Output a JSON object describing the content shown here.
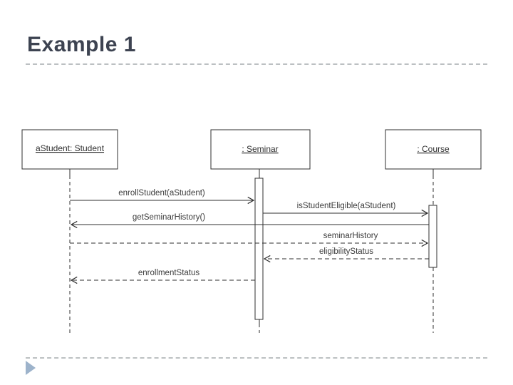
{
  "slide": {
    "title": "Example 1",
    "title_color": "#3d4351",
    "separator_color": "#bcc0c2",
    "bullet_triangle_color": "#9db3cb"
  },
  "diagram": {
    "type": "uml-sequence-diagram",
    "line_color": "#2f2f2f",
    "objects": [
      {
        "label": "aStudent: Student"
      },
      {
        "label": ": Seminar"
      },
      {
        "label": ": Course"
      }
    ],
    "messages": [
      {
        "label": "enrollStudent(aStudent)",
        "type": "synchronous",
        "from": "aStudent: Student",
        "to": ": Seminar"
      },
      {
        "label": "isStudentEligible(aStudent)",
        "type": "synchronous",
        "from": ": Seminar",
        "to": ": Course"
      },
      {
        "label": "getSeminarHistory()",
        "type": "synchronous",
        "from": ": Course",
        "to": "aStudent: Student"
      },
      {
        "label": "seminarHistory",
        "type": "return",
        "from": "aStudent: Student",
        "to": ": Course"
      },
      {
        "label": "eligibilityStatus",
        "type": "return",
        "from": ": Course",
        "to": ": Seminar"
      },
      {
        "label": "enrollmentStatus",
        "type": "return",
        "from": ": Seminar",
        "to": "aStudent: Student"
      }
    ]
  }
}
